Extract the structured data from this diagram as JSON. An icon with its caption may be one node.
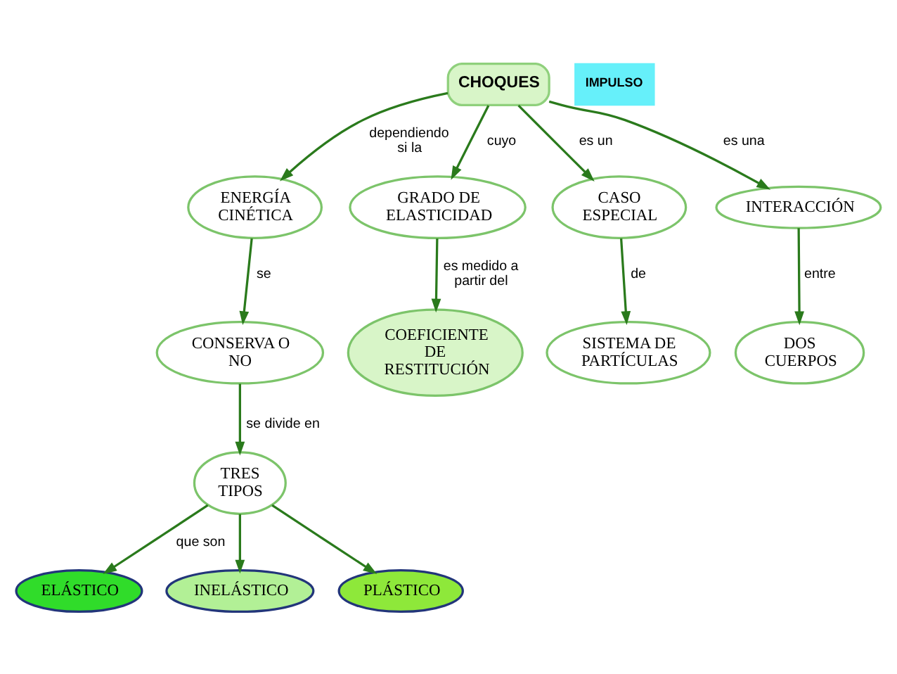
{
  "diagram": {
    "nodes": [
      {
        "text": [
          "CHOQUES"
        ]
      },
      {
        "text": [
          "IMPULSO"
        ]
      },
      {
        "text": [
          "ENERGÍA CINÉTICA"
        ]
      },
      {
        "text": [
          "GRADO DE ELASTICIDAD"
        ]
      },
      {
        "text": [
          "CASO ESPECIAL"
        ]
      },
      {
        "text": [
          "INTERACCIÓN"
        ]
      },
      {
        "text": [
          "CONSERVA O NO"
        ]
      },
      {
        "text": [
          "SISTEMA DE PARTÍCULAS"
        ]
      },
      {
        "text": [
          "DOS CUERPOS"
        ]
      },
      {
        "text": [
          "TRES TIPOS"
        ]
      },
      {
        "text": [
          "COEFICIENTE DE RESTITUCIÓN"
        ]
      },
      {
        "text": [
          "ELÁSTICO"
        ]
      },
      {
        "text": [
          "PLÁSTICO"
        ]
      },
      {
        "text": [
          "INELÁSTICO"
        ]
      }
    ],
    "edges": [
      {
        "from": 0,
        "to": 2,
        "arrow": "to",
        "label": "dependiendo si la"
      },
      {
        "from": 0,
        "to": 3,
        "arrow": "to",
        "label": "cuyo"
      },
      {
        "from": 0,
        "to": 4,
        "arrow": "to",
        "label": "es un"
      },
      {
        "from": 0,
        "to": 5,
        "arrow": "to",
        "label": "es una"
      },
      {
        "from": 2,
        "to": 6,
        "arrow": "to",
        "label": "se"
      },
      {
        "from": 3,
        "to": 10,
        "arrow": "to",
        "label": "es medido a partir del"
      },
      {
        "from": 4,
        "to": 7,
        "arrow": "to",
        "label": "de"
      },
      {
        "from": 5,
        "to": 8,
        "arrow": "to",
        "label": "entre"
      },
      {
        "from": 6,
        "to": 9,
        "arrow": "to",
        "label": "se divide en"
      },
      {
        "from": 9,
        "to": 11,
        "arrow": "to",
        "label": "que son"
      },
      {
        "from": 9,
        "to": 13,
        "arrow": "to"
      },
      {
        "from": 9,
        "to": 12,
        "arrow": "to"
      }
    ]
  }
}
